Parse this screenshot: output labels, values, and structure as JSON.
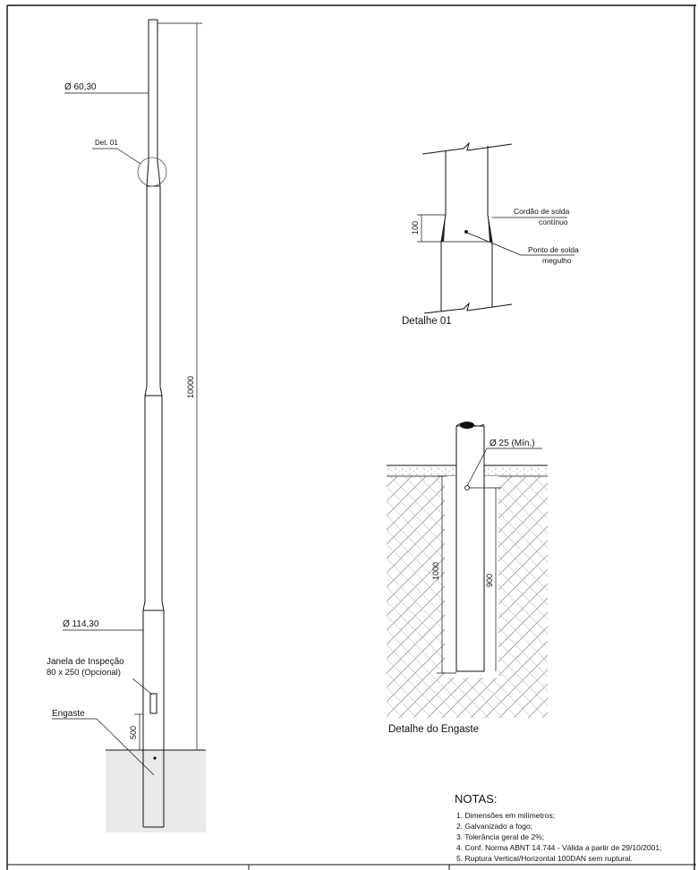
{
  "main_pole": {
    "top_diameter": "Ø 60,30",
    "bottom_diameter": "Ø 114,30",
    "detail_ref": "Det. 01",
    "height_dim": "10000",
    "inspection_window_line1": "Janela de Inspeção",
    "inspection_window_line2": "80 x 250 (Opcional)",
    "embed_label": "Engaste",
    "embed_dim": "500"
  },
  "detail_01": {
    "title": "Detalhe 01",
    "dim": "100",
    "weld_cord_line1": "Cordão de solda",
    "weld_cord_line2": "contínuo",
    "weld_point_line1": "Ponto de solda",
    "weld_point_line2": "megulho"
  },
  "detail_embed": {
    "title": "Detalhe do Engaste",
    "hole_label": "Ø 25 (Mín.)",
    "dim_outer": "1000",
    "dim_inner": "900"
  },
  "notes": {
    "title": "NOTAS:",
    "items": [
      "1. Dimensões em milímetros;",
      "2. Galvanizado a fogo;",
      "3. Tolerância geral de 2%;",
      "4. Conf. Norma ABNT 14.744 - Válida a partir de 29/10/2001;",
      "5. Ruptura Vertical/Horizontal 100DAN sem ruptural."
    ]
  }
}
